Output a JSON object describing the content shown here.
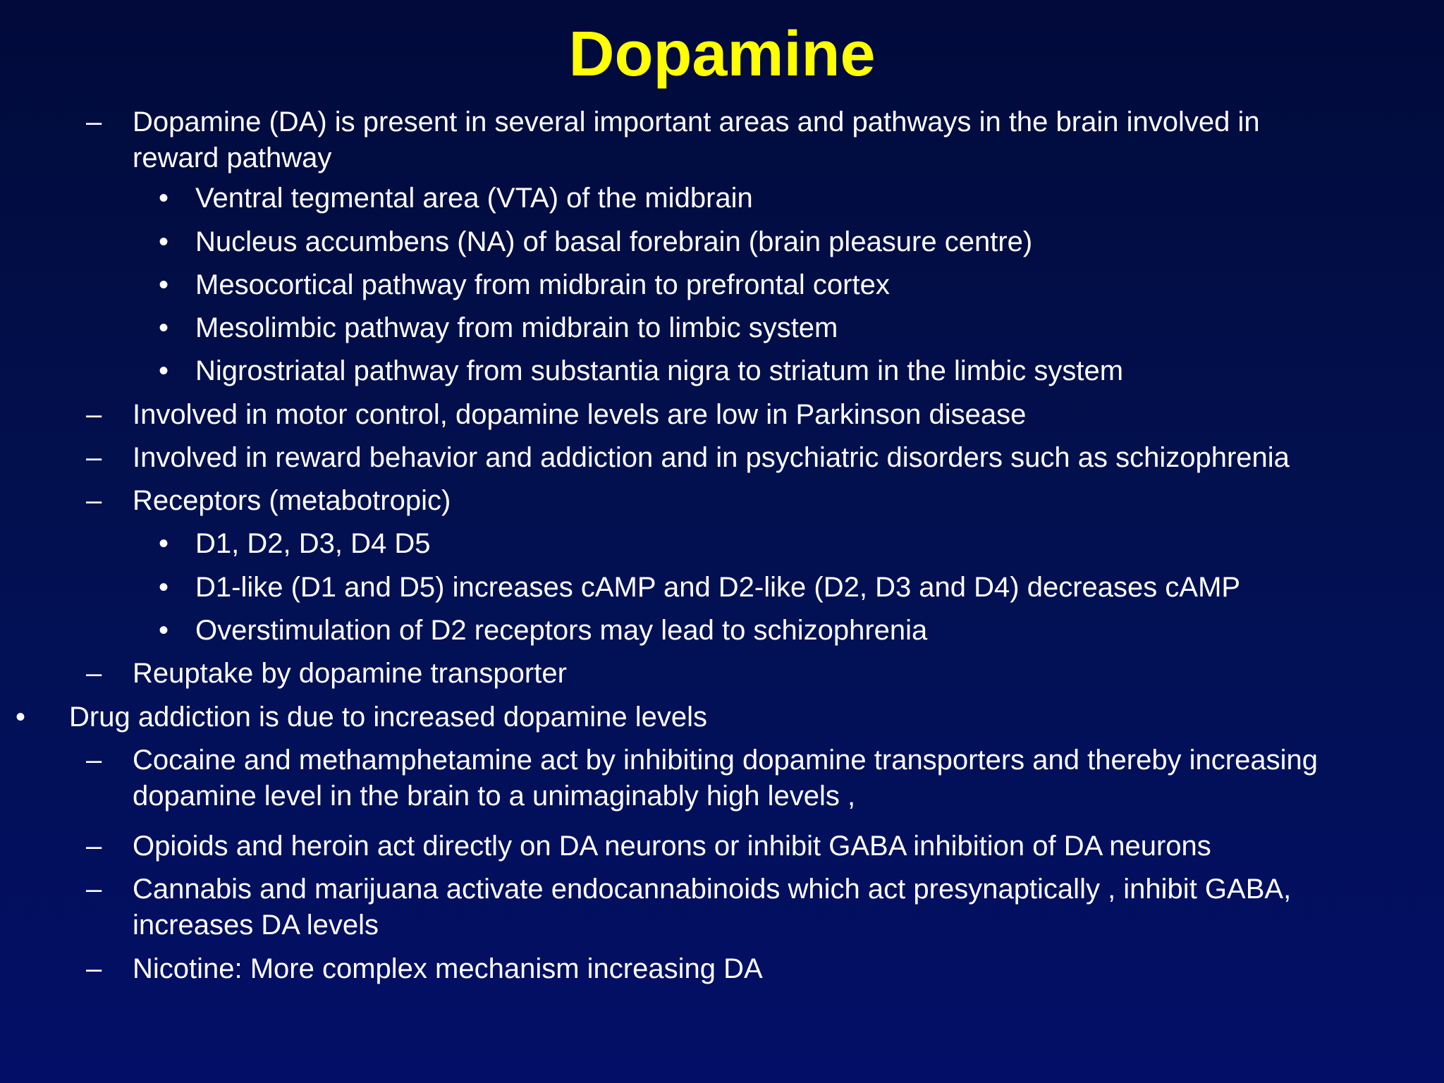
{
  "slide": {
    "title": "Dopamine",
    "title_color": "#ffff00",
    "background_color": "#020f55",
    "bullet_marker": "•",
    "dash_marker": "–",
    "items": [
      {
        "level": 2,
        "text": "Dopamine (DA) is present in several important areas and pathways in the brain involved in",
        "continuation": "reward pathway"
      },
      {
        "level": 3,
        "text": "Ventral tegmental area (VTA) of the midbrain"
      },
      {
        "level": 3,
        "text": "Nucleus accumbens (NA) of basal forebrain (brain pleasure centre)"
      },
      {
        "level": 3,
        "text": "Mesocortical pathway from midbrain to prefrontal cortex"
      },
      {
        "level": 3,
        "text": "Mesolimbic pathway from midbrain to limbic system"
      },
      {
        "level": 3,
        "text": "Nigrostriatal pathway from substantia nigra to striatum in the limbic system"
      },
      {
        "level": 2,
        "text": "Involved in motor control, dopamine levels are low in Parkinson disease"
      },
      {
        "level": 2,
        "text": "Involved in reward behavior and addiction and in psychiatric disorders such as schizophrenia"
      },
      {
        "level": 2,
        "text": "Receptors (metabotropic)"
      },
      {
        "level": 3,
        "text": "D1, D2, D3, D4 D5"
      },
      {
        "level": 3,
        "text": "D1-like (D1 and D5) increases cAMP and D2-like (D2, D3 and D4) decreases cAMP"
      },
      {
        "level": 3,
        "text": "Overstimulation of D2 receptors  may  lead to schizophrenia"
      },
      {
        "level": 2,
        "text": "Reuptake by dopamine transporter"
      },
      {
        "level": 1,
        "text": "Drug addiction is due to increased dopamine levels"
      },
      {
        "level": 2,
        "text": "Cocaine and methamphetamine act by inhibiting dopamine transporters and thereby  increasing",
        "continuation": "dopamine level in the brain to a unimaginably high levels ,"
      },
      {
        "level": 2,
        "text": "Opioids and heroin act directly on DA neurons or inhibit GABA inhibition of DA neurons"
      },
      {
        "level": 2,
        "text": "Cannabis and marijuana  activate endocannabinoids which act presynaptically , inhibit GABA,",
        "continuation": "increases DA levels"
      },
      {
        "level": 2,
        "text": "Nicotine: More complex mechanism increasing DA"
      }
    ]
  }
}
